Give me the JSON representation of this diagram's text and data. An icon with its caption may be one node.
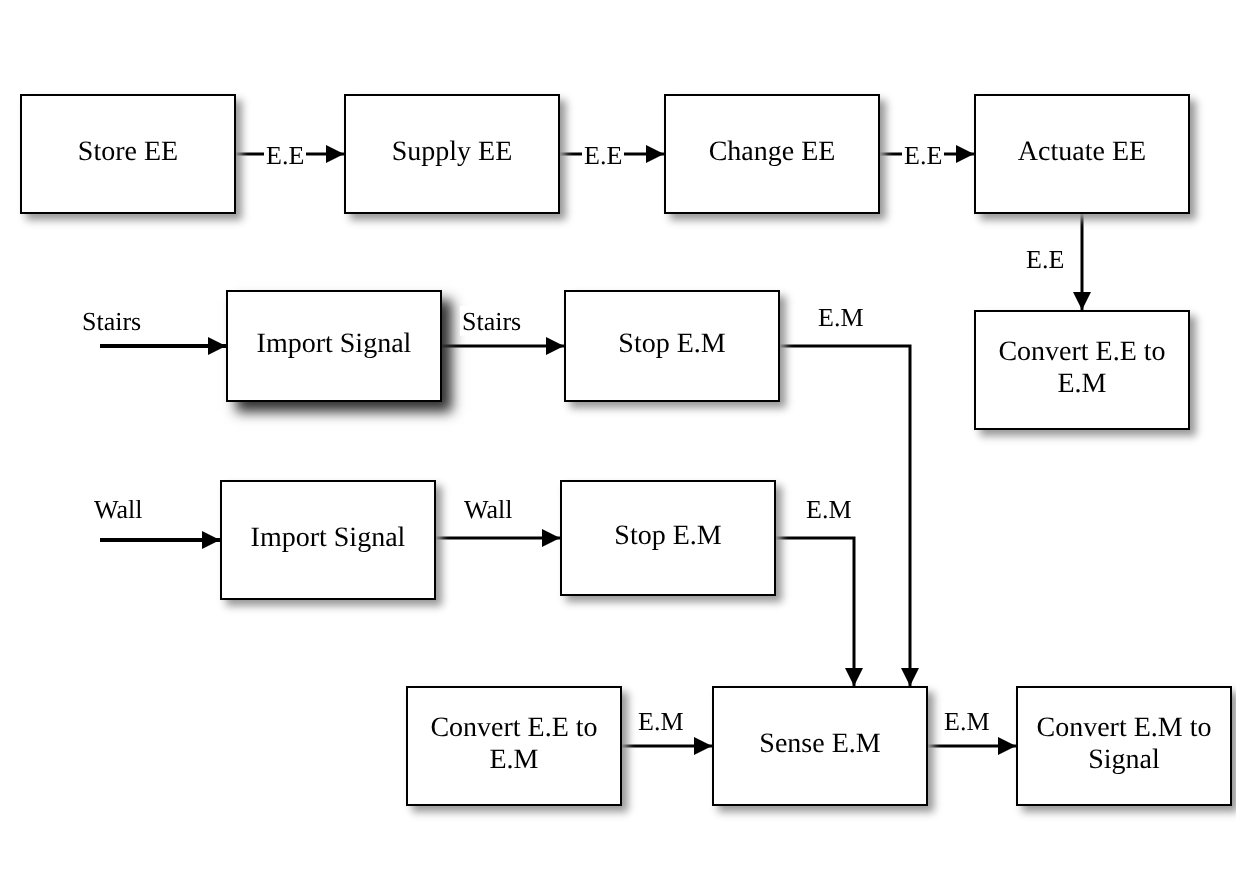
{
  "diagram": {
    "nodes": [
      {
        "text": [
          "Store EE"
        ]
      },
      {
        "text": [
          "Supply EE"
        ]
      },
      {
        "text": [
          "Change EE"
        ]
      },
      {
        "text": [
          "Actuate EE"
        ]
      },
      {
        "text": [
          "Convert E.E to E.M"
        ]
      },
      {
        "text": [
          "Import Signal"
        ]
      },
      {
        "text": [
          "Stop E.M"
        ]
      },
      {
        "text": [
          "Import Signal"
        ]
      },
      {
        "text": [
          "Stop E.M"
        ]
      },
      {
        "text": [
          "Convert E.E to E.M"
        ]
      },
      {
        "text": [
          "Sense E.M"
        ]
      },
      {
        "text": [
          "Convert E.M to Signal"
        ]
      }
    ],
    "edges": [
      {
        "from": 0,
        "to": 1,
        "arrow": "to",
        "label": "E.E"
      },
      {
        "from": 1,
        "to": 2,
        "arrow": "to",
        "label": "E.E"
      },
      {
        "from": 2,
        "to": 3,
        "arrow": "to",
        "label": "E.E"
      },
      {
        "from": 3,
        "to": 4,
        "arrow": "to",
        "label": "E.E"
      },
      {
        "from": null,
        "to": 5,
        "arrow": "to",
        "label": "Stairs"
      },
      {
        "from": 5,
        "to": 6,
        "arrow": "to",
        "label": "Stairs"
      },
      {
        "from": 6,
        "to": 10,
        "arrow": "to",
        "label": "E.M"
      },
      {
        "from": null,
        "to": 7,
        "arrow": "to",
        "label": "Wall"
      },
      {
        "from": 7,
        "to": 8,
        "arrow": "to",
        "label": "Wall"
      },
      {
        "from": 8,
        "to": 10,
        "arrow": "to",
        "label": "E.M"
      },
      {
        "from": 9,
        "to": 10,
        "arrow": "to",
        "label": "E.M"
      },
      {
        "from": 10,
        "to": 11,
        "arrow": "to",
        "label": "E.M"
      }
    ]
  }
}
